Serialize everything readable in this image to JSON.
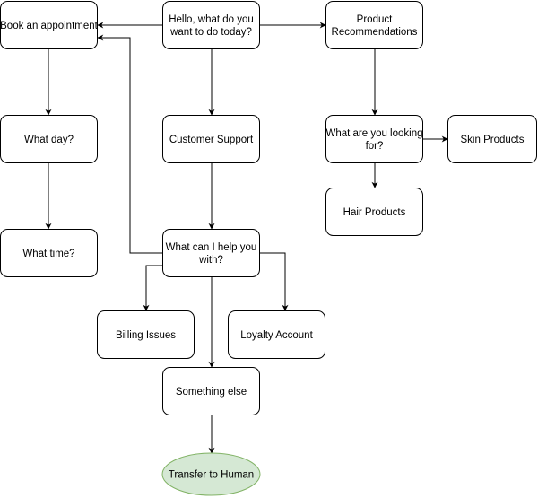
{
  "colors": {
    "node_fill": "#ffffff",
    "node_stroke": "#000000",
    "terminal_fill": "#d5e8d4",
    "terminal_stroke": "#82b366",
    "edge": "#000000"
  },
  "nodes": [
    {
      "id": "greeting",
      "lines": [
        "Hello, what do you",
        "want to do today?"
      ],
      "shape": "rounded-rect"
    },
    {
      "id": "book",
      "lines": [
        "Book an appointment"
      ],
      "shape": "rounded-rect"
    },
    {
      "id": "product",
      "lines": [
        "Product",
        "Recommendations"
      ],
      "shape": "rounded-rect"
    },
    {
      "id": "day",
      "lines": [
        "What day?"
      ],
      "shape": "rounded-rect"
    },
    {
      "id": "support",
      "lines": [
        "Customer Support"
      ],
      "shape": "rounded-rect"
    },
    {
      "id": "looking",
      "lines": [
        "What are you looking",
        "for?"
      ],
      "shape": "rounded-rect"
    },
    {
      "id": "skin",
      "lines": [
        "Skin Products"
      ],
      "shape": "rounded-rect"
    },
    {
      "id": "hair",
      "lines": [
        "Hair Products"
      ],
      "shape": "rounded-rect"
    },
    {
      "id": "time",
      "lines": [
        "What time?"
      ],
      "shape": "rounded-rect"
    },
    {
      "id": "help",
      "lines": [
        "What can I help you",
        "with?"
      ],
      "shape": "rounded-rect"
    },
    {
      "id": "billing",
      "lines": [
        "Billing Issues"
      ],
      "shape": "rounded-rect"
    },
    {
      "id": "loyalty",
      "lines": [
        "Loyalty Account"
      ],
      "shape": "rounded-rect"
    },
    {
      "id": "else",
      "lines": [
        "Something else"
      ],
      "shape": "rounded-rect"
    },
    {
      "id": "human",
      "lines": [
        "Transfer to Human"
      ],
      "shape": "ellipse"
    }
  ],
  "edges": [
    {
      "from": "greeting",
      "to": "book"
    },
    {
      "from": "greeting",
      "to": "product"
    },
    {
      "from": "greeting",
      "to": "support"
    },
    {
      "from": "book",
      "to": "day"
    },
    {
      "from": "day",
      "to": "time"
    },
    {
      "from": "product",
      "to": "looking"
    },
    {
      "from": "looking",
      "to": "skin"
    },
    {
      "from": "looking",
      "to": "hair"
    },
    {
      "from": "support",
      "to": "help"
    },
    {
      "from": "help",
      "to": "book"
    },
    {
      "from": "help",
      "to": "billing"
    },
    {
      "from": "help",
      "to": "loyalty"
    },
    {
      "from": "help",
      "to": "else"
    },
    {
      "from": "else",
      "to": "human"
    }
  ]
}
